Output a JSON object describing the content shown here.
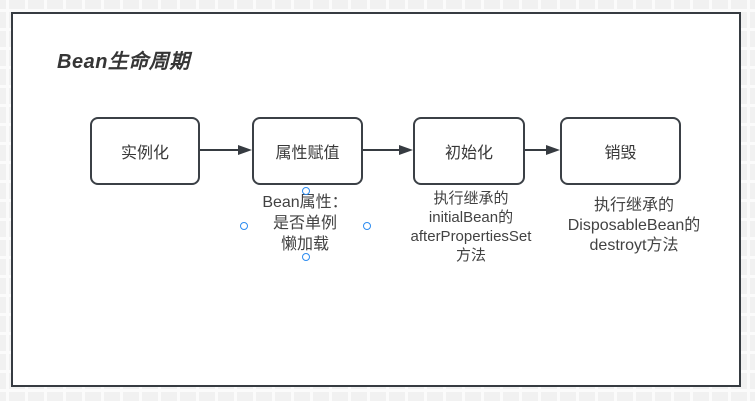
{
  "title": "Bean生命周期",
  "flow": {
    "boxes": [
      {
        "label": "实例化"
      },
      {
        "label": "属性赋值"
      },
      {
        "label": "初始化"
      },
      {
        "label": "销毁"
      }
    ]
  },
  "notes": {
    "bean_properties": {
      "selected": true,
      "lines": [
        "Bean属性：",
        "是否单例",
        "懒加载"
      ]
    },
    "initialization": {
      "lines": [
        "执行继承的",
        "initialBean的",
        "afterPropertiesSet",
        "方法"
      ]
    },
    "destruction": {
      "lines": [
        "执行继承的",
        "DisposableBean的",
        "destroyt方法"
      ]
    }
  },
  "colors": {
    "stroke": "#363b41",
    "text": "#3d3d3d",
    "selection_handle_blue": "#2d8cf0",
    "canvas_bg": "#f1f1f1",
    "frame_bg": "#ffffff"
  }
}
